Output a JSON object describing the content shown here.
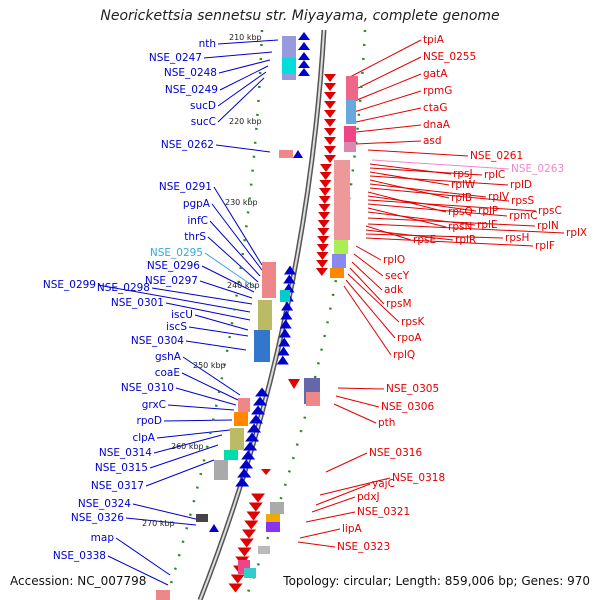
{
  "header": {
    "title": "Neorickettsia sennetsu str. Miyayama, complete genome"
  },
  "footer": {
    "accession": "Accession: NC_007798",
    "summary": "Topology: circular; Length: 859,006 bp; Genes: 970"
  },
  "colors": {
    "forward": "#e00000",
    "reverse": "#0000cc",
    "highlight_pink": "#ee88cc",
    "highlight_cyan": "#33aadd",
    "backbone": "#888888",
    "tick": "#228822"
  },
  "kbp_ticks": [
    "210 kbp",
    "220 kbp",
    "230 kbp",
    "240 kbp",
    "250 kbp",
    "260 kbp",
    "270 kbp"
  ],
  "left_genes": [
    "nth",
    "NSE_0247",
    "NSE_0248",
    "NSE_0249",
    "sucD",
    "sucC",
    "NSE_0262",
    "NSE_0291",
    "pgpA",
    "infC",
    "thrS",
    "NSE_0295",
    "NSE_0296",
    "NSE_0297",
    "NSE_0299",
    "NSE_0298",
    "NSE_0301",
    "iscU",
    "iscS",
    "NSE_0304",
    "gshA",
    "coaE",
    "NSE_0310",
    "grxC",
    "rpoD",
    "clpA",
    "NSE_0314",
    "NSE_0315",
    "NSE_0317",
    "NSE_0324",
    "NSE_0326",
    "map",
    "NSE_0338"
  ],
  "right_genes": [
    "tpiA",
    "NSE_0255",
    "gatA",
    "rpmG",
    "ctaG",
    "dnaA",
    "asd",
    "NSE_0261",
    "NSE_0263",
    "rpsJ",
    "rplC",
    "rplW",
    "rplD",
    "rplB",
    "rplV",
    "rpsS",
    "rpsQ",
    "rplP",
    "rpsC",
    "rpmC",
    "rpsN",
    "rplE",
    "rplN",
    "rplX",
    "rpsE",
    "rplR",
    "rpsH",
    "rplF",
    "rplO",
    "secY",
    "adk",
    "rpsM",
    "rpsK",
    "rpoA",
    "rplQ",
    "NSE_0305",
    "NSE_0306",
    "pth",
    "NSE_0316",
    "NSE_0318",
    "yajC",
    "pdxJ",
    "NSE_0321",
    "lipA",
    "NSE_0323"
  ]
}
